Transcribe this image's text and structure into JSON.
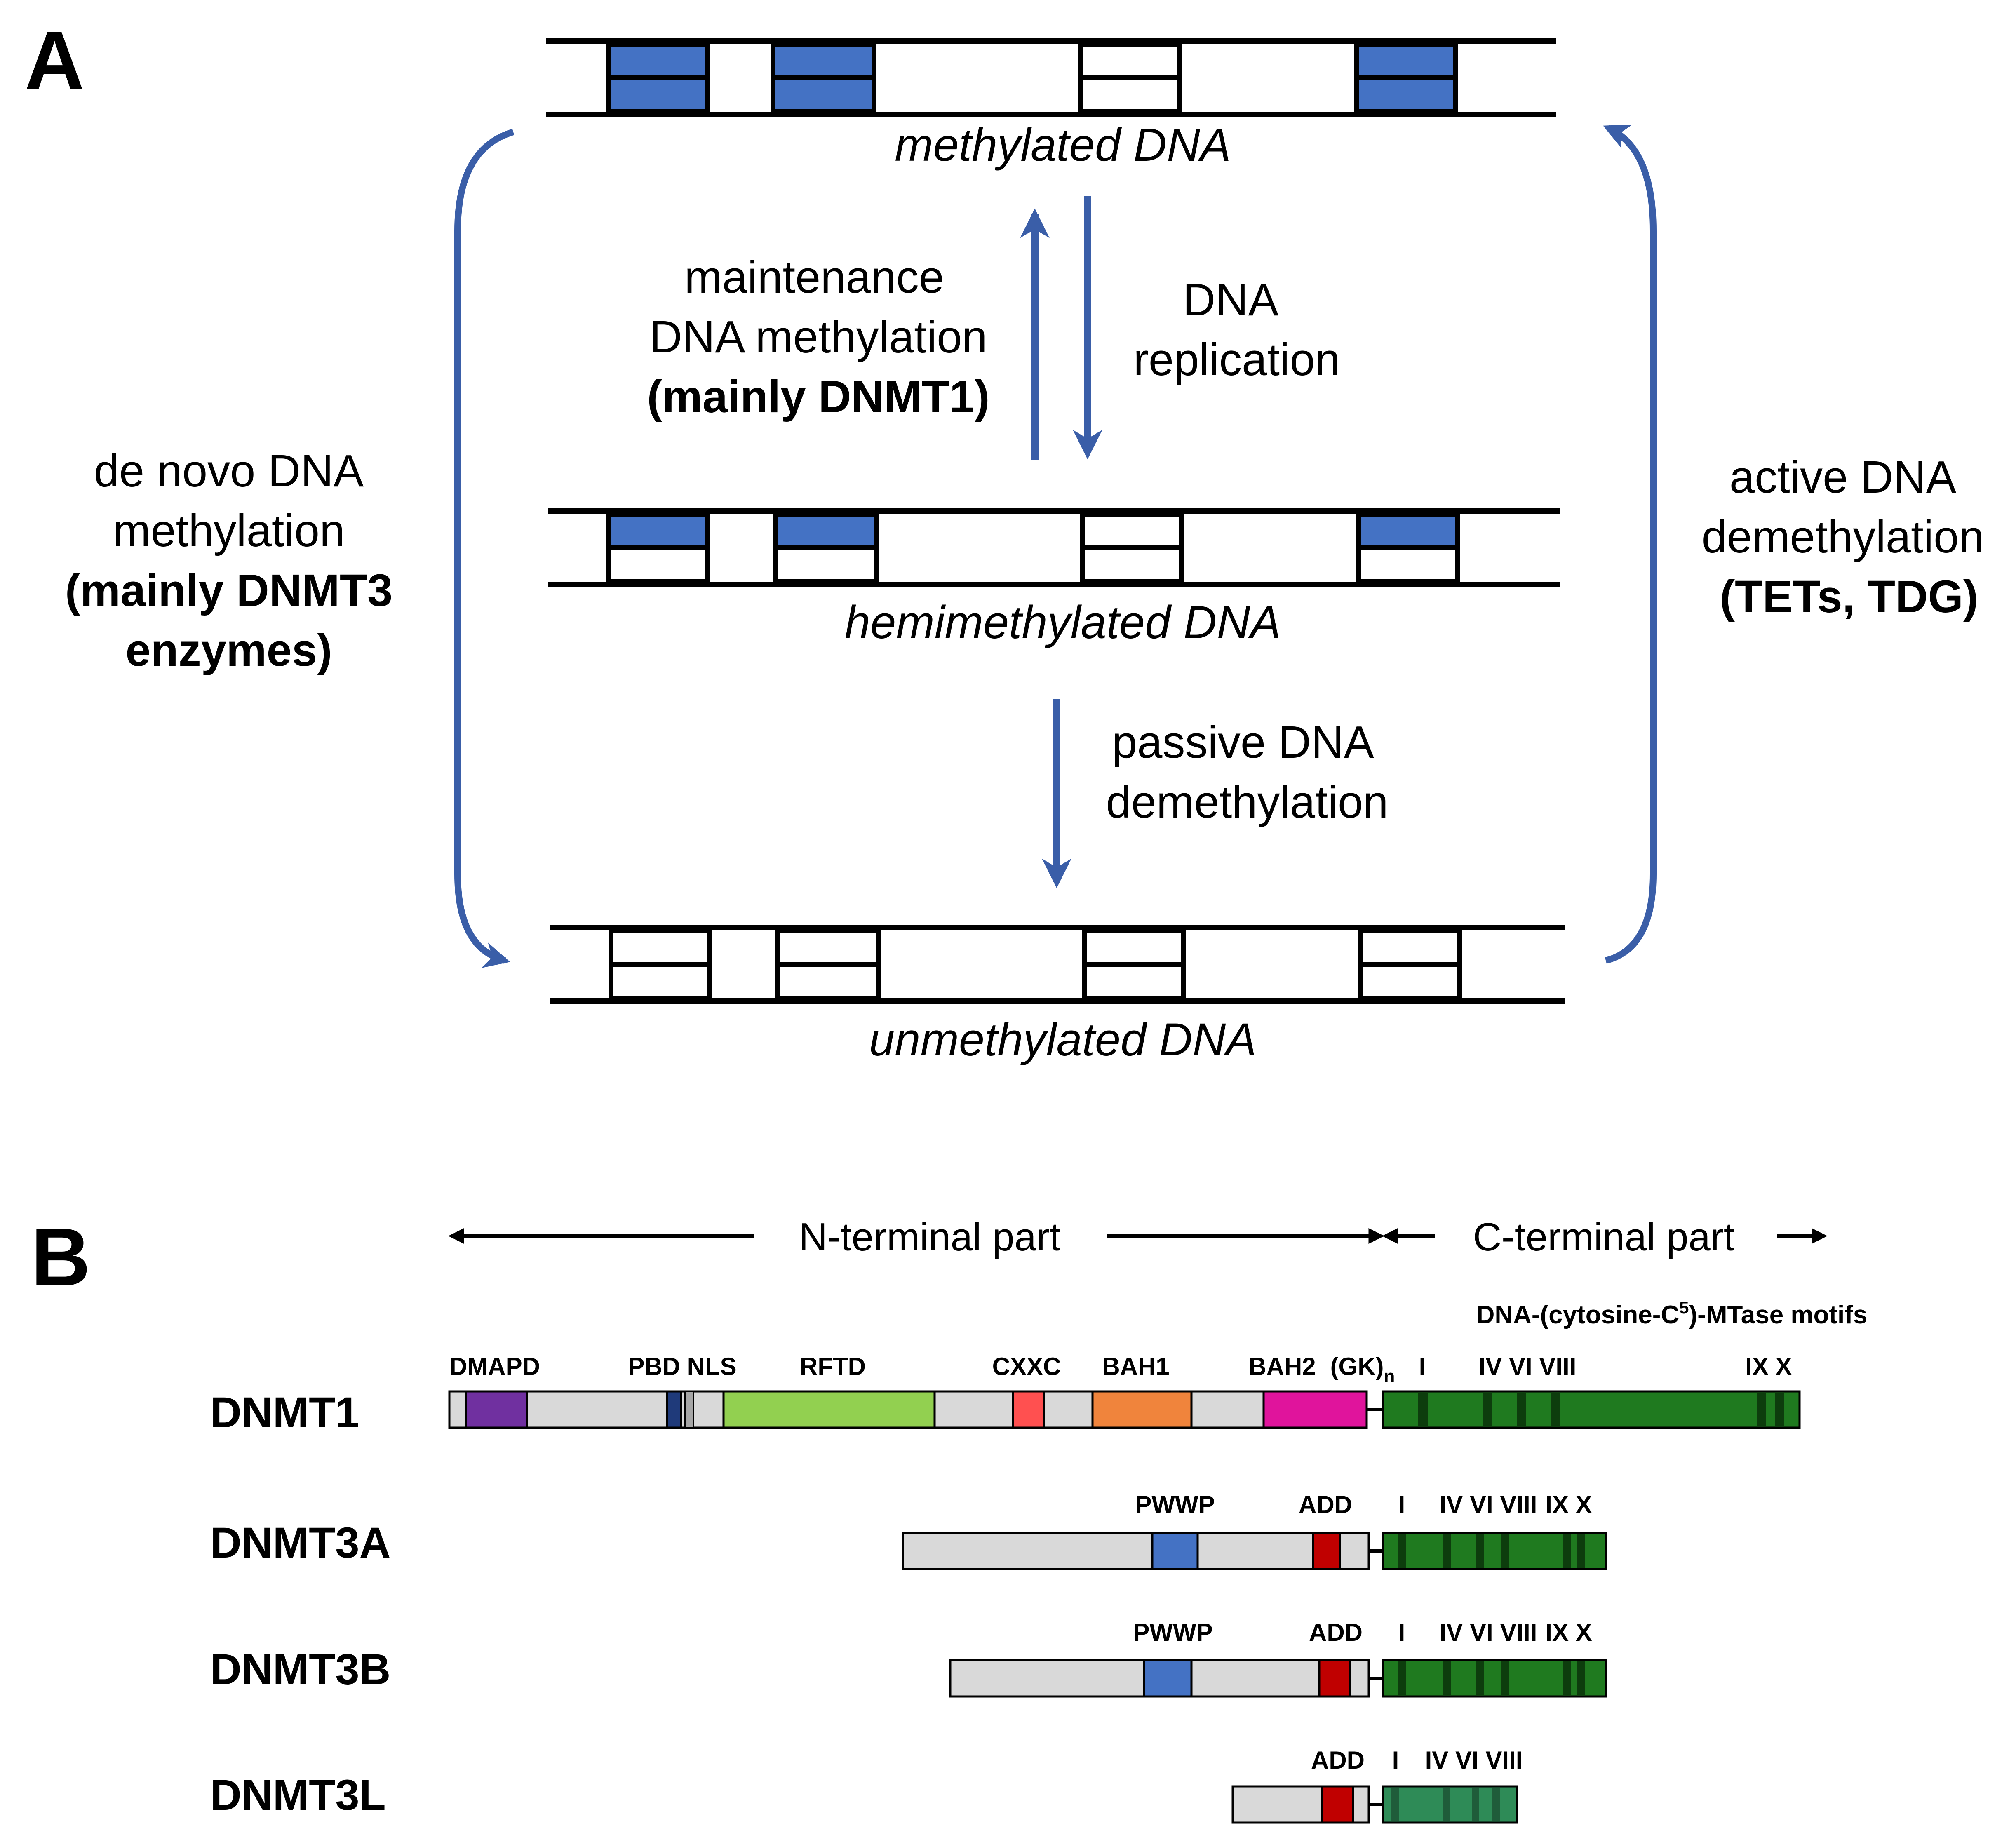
{
  "colors": {
    "arrow_blue": "#3a5ea8",
    "methyl_blue": "#4472c4",
    "domain_gray": "#d9d9d9",
    "dmapd": "#7030a0",
    "pbd": "#1f3a7a",
    "rftd": "#92d050",
    "cxxc": "#ff5050",
    "bah1": "#f0843c",
    "bah2": "#e0149c",
    "pwwp": "#4472c4",
    "add": "#c00000",
    "catalytic": "#1f7a1f",
    "catalytic_motif": "#0d3d0d",
    "catalytic_3l": "#2e8b57"
  },
  "panelA": {
    "label": "A",
    "methylated_caption": "methylated DNA",
    "hemimethylated_caption": "hemimethylated DNA",
    "unmethylated_caption": "unmethylated DNA",
    "maintenance": {
      "line1": "maintenance",
      "line2": "DNA methylation",
      "line3": "(mainly DNMT1)"
    },
    "replication": {
      "line1": "DNA",
      "line2": "replication"
    },
    "passive": {
      "line1": "passive DNA",
      "line2": "demethylation"
    },
    "denovo": {
      "line1": "de novo DNA",
      "line2": "methylation",
      "line3": "(mainly DNMT3",
      "line4": "enzymes)"
    },
    "active": {
      "line1": "active DNA",
      "line2": "demethylation",
      "line3": "(TETs, TDG)"
    }
  },
  "panelB": {
    "label": "B",
    "n_terminal": "N-terminal part",
    "c_terminal": "C-terminal part",
    "motifs_title_pre": "DNA-(cytosine-C",
    "motifs_title_sup": "5",
    "motifs_title_post": ")-MTase motifs",
    "dnmt1": {
      "name": "DNMT1",
      "labels": {
        "dmapd": "DMAPD",
        "pbd_nls": "PBD NLS",
        "rftd": "RFTD",
        "cxxc": "CXXC",
        "bah1": "BAH1",
        "bah2": "BAH2",
        "gk": "(GK)",
        "gk_sub": "n",
        "motif_i": "I",
        "motif_ivviviii": "IV VI VIII",
        "motif_ixx": "IX X"
      }
    },
    "dnmt3a": {
      "name": "DNMT3A",
      "labels": {
        "pwwp": "PWWP",
        "add": "ADD",
        "motif_i": "I",
        "motif_ivviviii": "IV VI VIII",
        "motif_ixx": "IX X"
      }
    },
    "dnmt3b": {
      "name": "DNMT3B",
      "labels": {
        "pwwp": "PWWP",
        "add": "ADD",
        "motif_i": "I",
        "motif_ivviviii": "IV VI VIII",
        "motif_ixx": "IX X"
      }
    },
    "dnmt3l": {
      "name": "DNMT3L",
      "labels": {
        "add": "ADD",
        "motif_i": "I",
        "motif_ivviviii": "IV VI VIII"
      }
    }
  }
}
